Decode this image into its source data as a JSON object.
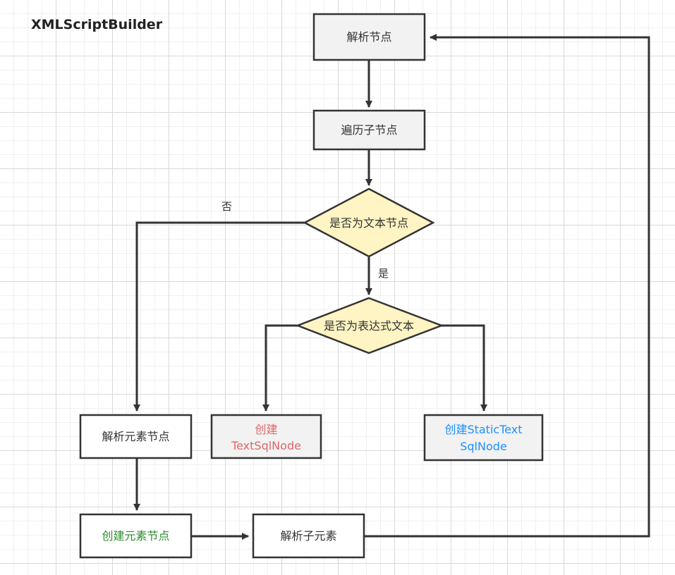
{
  "diagram": {
    "title": "XMLScriptBuilder",
    "nodes": {
      "parse_node": {
        "label": "解析节点"
      },
      "traverse_children": {
        "label": "遍历子节点"
      },
      "is_text_node": {
        "label": "是否为文本节点"
      },
      "is_expression_text": {
        "label": "是否为表达式文本"
      },
      "parse_element_node": {
        "label": "解析元素节点"
      },
      "create_text_sql_node": {
        "line1": "创建",
        "line2": "TextSqlNode"
      },
      "create_static_text_sql_node": {
        "line1": "创建StaticText",
        "line2": "SqlNode"
      },
      "create_element_node": {
        "label": "创建元素节点"
      },
      "parse_child_elements": {
        "label": "解析子元素"
      }
    },
    "edges": {
      "no_label": "否",
      "yes_label": "是"
    }
  },
  "colors": {
    "box_fill": "#f2f2f2",
    "box_fill_white": "#ffffff",
    "diamond_fill": "#fff4c3",
    "stroke": "#333333",
    "text_default": "#333333",
    "text_red": "#e06666",
    "text_blue": "#1e90ff",
    "text_green": "#2e8b2e"
  }
}
